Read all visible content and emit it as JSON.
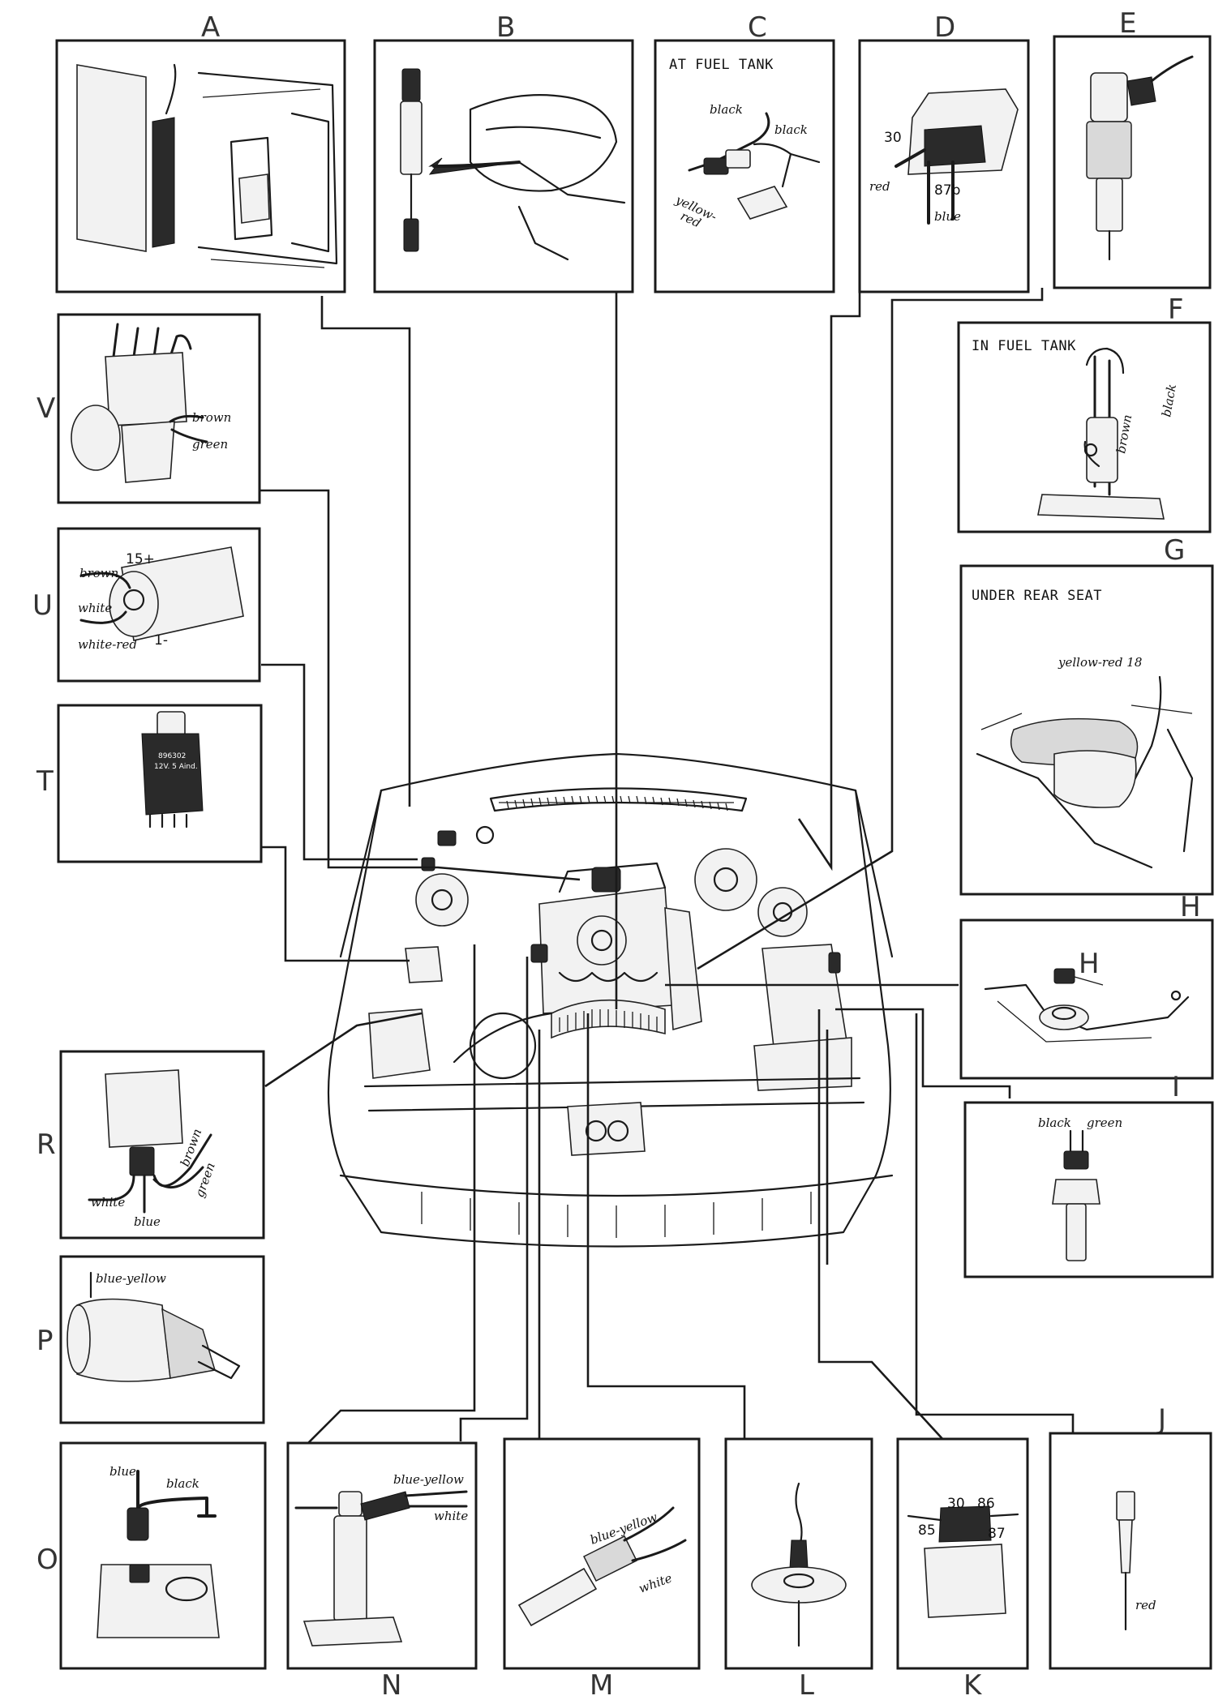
{
  "labels": {
    "A": "A",
    "B": "B",
    "C": "C",
    "D": "D",
    "E": "E",
    "F": "F",
    "G": "G",
    "H": "H",
    "H_inset": "H",
    "I": "I",
    "J": "J",
    "K": "K",
    "L": "L",
    "M": "M",
    "N": "N",
    "O": "O",
    "P": "P",
    "R": "R",
    "T": "T",
    "U": "U",
    "V": "V"
  },
  "captions": {
    "C": "AT FUEL TANK",
    "F": "IN FUEL TANK",
    "G": "UNDER REAR SEAT"
  },
  "wires": {
    "C_black1": "black",
    "C_black2": "black",
    "C_yellow": "yellow-",
    "C_red": "red",
    "D_red": "red",
    "D_blue": "blue",
    "F_brown": "brown",
    "F_black": "black",
    "G_yellow_red": "yellow-red 18",
    "I_black": "black",
    "I_green": "green",
    "J_red": "red",
    "L_none": "",
    "M_blue_yellow": "blue-yellow",
    "M_white": "white",
    "N_blue_yellow": "blue-yellow",
    "N_white": "white",
    "O_blue": "blue",
    "O_black": "black",
    "P_blue_yellow": "blue-yellow",
    "R_white": "white",
    "R_blue": "blue",
    "R_brown": "brown",
    "R_green": "green",
    "U_brown": "brown",
    "U_white": "white",
    "U_white_red": "white-red",
    "V_brown": "brown",
    "V_green": "green"
  },
  "pins": {
    "D_30": "30",
    "D_87b": "87b",
    "K_30": "30",
    "K_86": "86",
    "K_85": "85",
    "K_87": "87",
    "U_15": "15+",
    "U_1": "1-"
  },
  "relay_T": {
    "line1": "896302",
    "line2": "12V. 5 Aind."
  }
}
